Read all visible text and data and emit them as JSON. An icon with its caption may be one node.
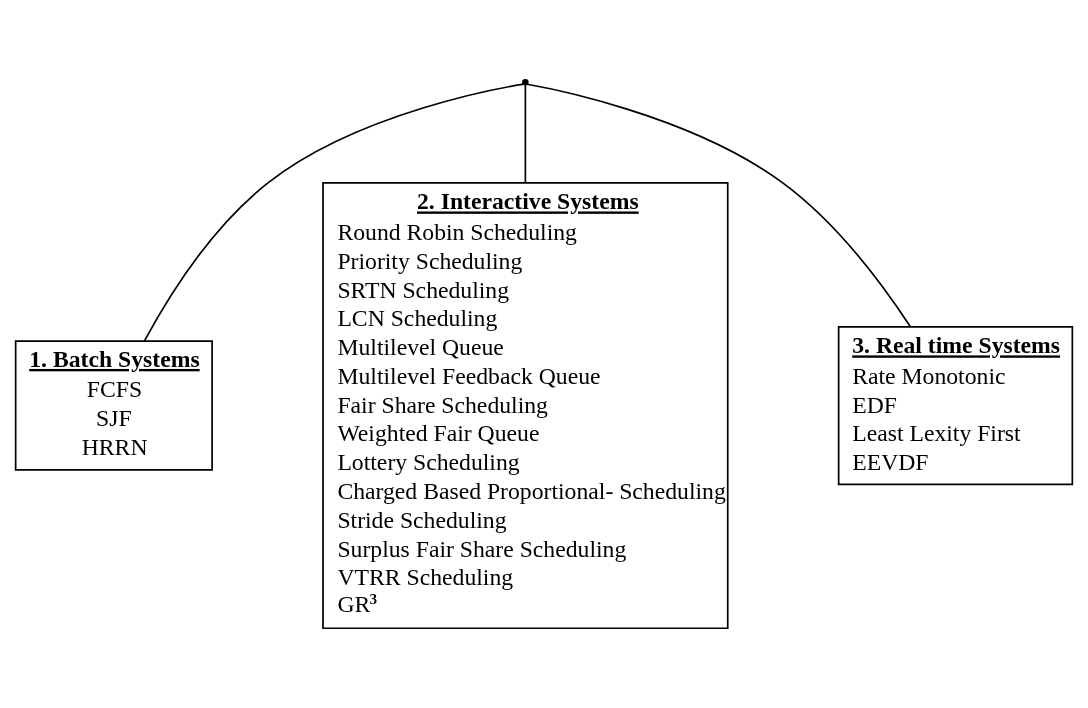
{
  "diagram": {
    "nodes": [
      {
        "text": [],
        "shape": "point"
      },
      {
        "text": [
          "1. Batch Systems",
          "FCFS",
          "SJF",
          "HRRN"
        ]
      },
      {
        "text": [
          "2. Interactive Systems",
          "Round Robin Scheduling",
          "Priority Scheduling",
          "SRTN Scheduling",
          "LCN Scheduling",
          "Multilevel Queue",
          "Multilevel Feedback Queue",
          "Fair Share Scheduling",
          "Weighted Fair Queue",
          "Lottery Scheduling",
          "Charged Based Proportional- Scheduling",
          "Stride Scheduling",
          "Surplus Fair Share Scheduling",
          "VTRR Scheduling",
          "GR$^{3}$"
        ]
      },
      {
        "text": [
          "3. Real time Systems",
          "Rate Monotonic",
          "EDF",
          "Least Lexity First",
          "EEVDF"
        ]
      }
    ],
    "edges": [
      {
        "from": 0,
        "to": 1,
        "arrow": "none"
      },
      {
        "from": 0,
        "to": 2,
        "arrow": "none"
      },
      {
        "from": 0,
        "to": 3,
        "arrow": "none"
      }
    ]
  }
}
